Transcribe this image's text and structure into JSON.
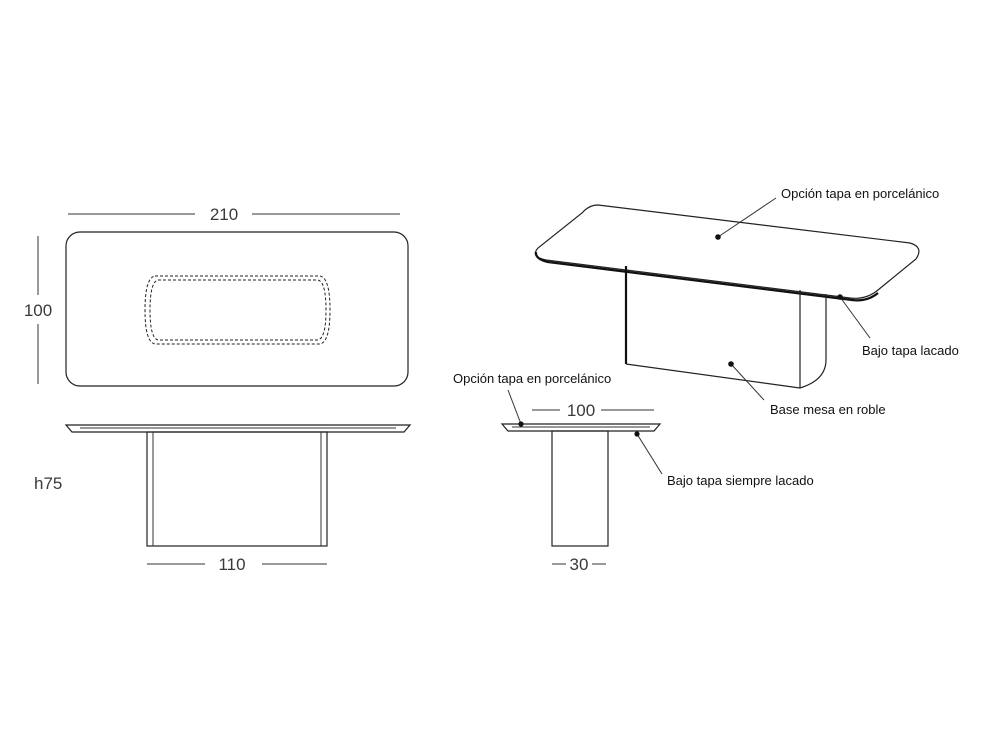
{
  "dimensions": {
    "top_width": "210",
    "top_depth": "100",
    "height": "h75",
    "base_width": "110",
    "side_depth": "100",
    "base_depth": "30"
  },
  "labels": {
    "porcelain_top_option_a": "Opción tapa en porcelánico",
    "lacquered_underside": "Bajo tapa lacado",
    "oak_base": "Base mesa en roble",
    "porcelain_top_option_b": "Opción tapa en porcelánico",
    "underside_always_lacquered": "Bajo tapa siempre lacado"
  }
}
